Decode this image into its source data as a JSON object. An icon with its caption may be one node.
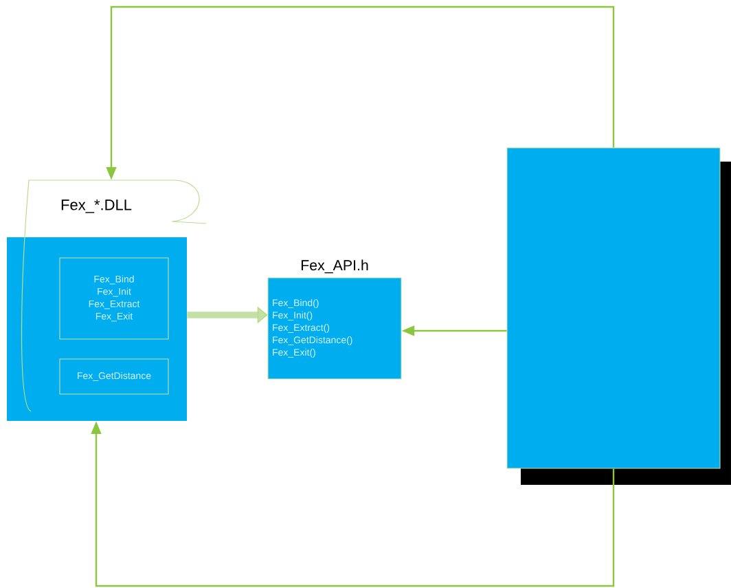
{
  "diagram": {
    "nodes": [
      {
        "text": [
          "Fex_*.DLL"
        ]
      },
      {
        "text": [
          "Fex_Bind",
          "Fex_Init",
          "Fex_Extract",
          "Fex_Exit"
        ],
        "in": 0
      },
      {
        "text": [
          "Fex_GetDistance"
        ],
        "in": 0
      },
      {
        "text": [
          "Fex_API.h",
          "Fex_Bind()",
          "Fex_Init()",
          "Fex_Extract()",
          "Fex_GetDistance()",
          "Fex_Exit()"
        ]
      },
      {
        "text": [],
        "shape": "box"
      }
    ],
    "edges": [
      {
        "from": 4,
        "to": 0,
        "arrow": "to"
      },
      {
        "from": 4,
        "to": 0,
        "arrow": "to"
      },
      {
        "from": 0,
        "to": 3,
        "arrow": "to",
        "style": "thick",
        "color": "#c5e0a5"
      },
      {
        "from": 4,
        "to": 3,
        "arrow": "to"
      }
    ]
  }
}
